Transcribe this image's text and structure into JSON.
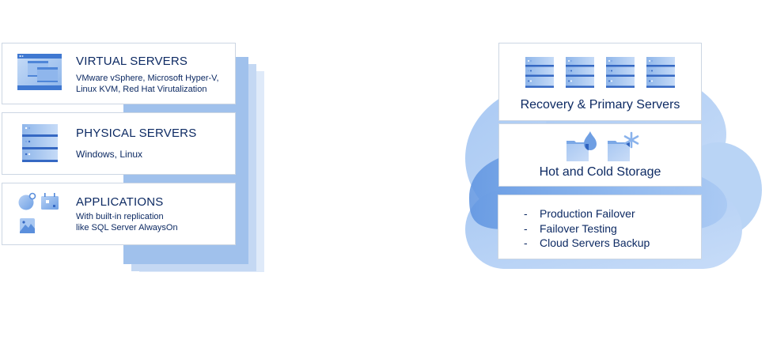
{
  "left_panel": {
    "cards": [
      {
        "icon": "virtual-window-icon",
        "title": "VIRTUAL SERVERS",
        "lines": [
          "VMware vSphere, Microsoft Hyper-V,",
          "Linux KVM, Red Hat Virutalization"
        ]
      },
      {
        "icon": "server-rack-icon",
        "title": "PHYSICAL SERVERS",
        "lines": [
          "Windows, Linux"
        ]
      },
      {
        "icon": "applications-icon",
        "title": "APPLICATIONS",
        "lines": [
          "With built-in replication",
          "like SQL Server AlwaysOn"
        ]
      }
    ]
  },
  "right_panel": {
    "servers": {
      "title": "Recovery & Primary Servers",
      "icon_count": 4
    },
    "storage": {
      "title": "Hot and Cold Storage",
      "icons": [
        "hot-folder-icon",
        "cold-folder-icon"
      ]
    },
    "features": {
      "bullet": "-",
      "items": [
        "Production Failover",
        "Failover Testing",
        "Cloud Servers Backup"
      ]
    }
  },
  "colors": {
    "text": "#0d2a63",
    "accent_dark": "#3a6fc8",
    "accent_mid": "#7fb0ec",
    "accent_light": "#b9d4f5",
    "card_border": "#ccd6e3"
  }
}
